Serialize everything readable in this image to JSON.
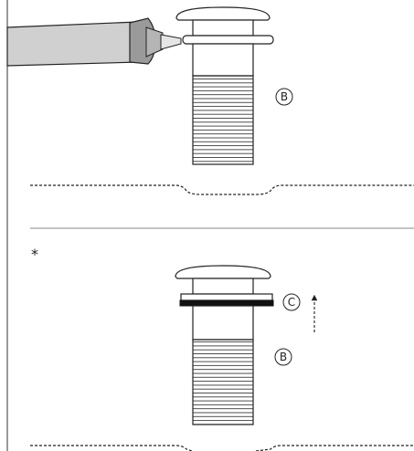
{
  "callouts": {
    "part_b_top": "B",
    "part_b_bottom": "B",
    "part_c": "C"
  },
  "note_marker": "*",
  "colors": {
    "line": "#222222",
    "tube_fill": "#d0d0d0",
    "cartridge_fill": "#9a9a9a",
    "gasket": "#111111"
  }
}
